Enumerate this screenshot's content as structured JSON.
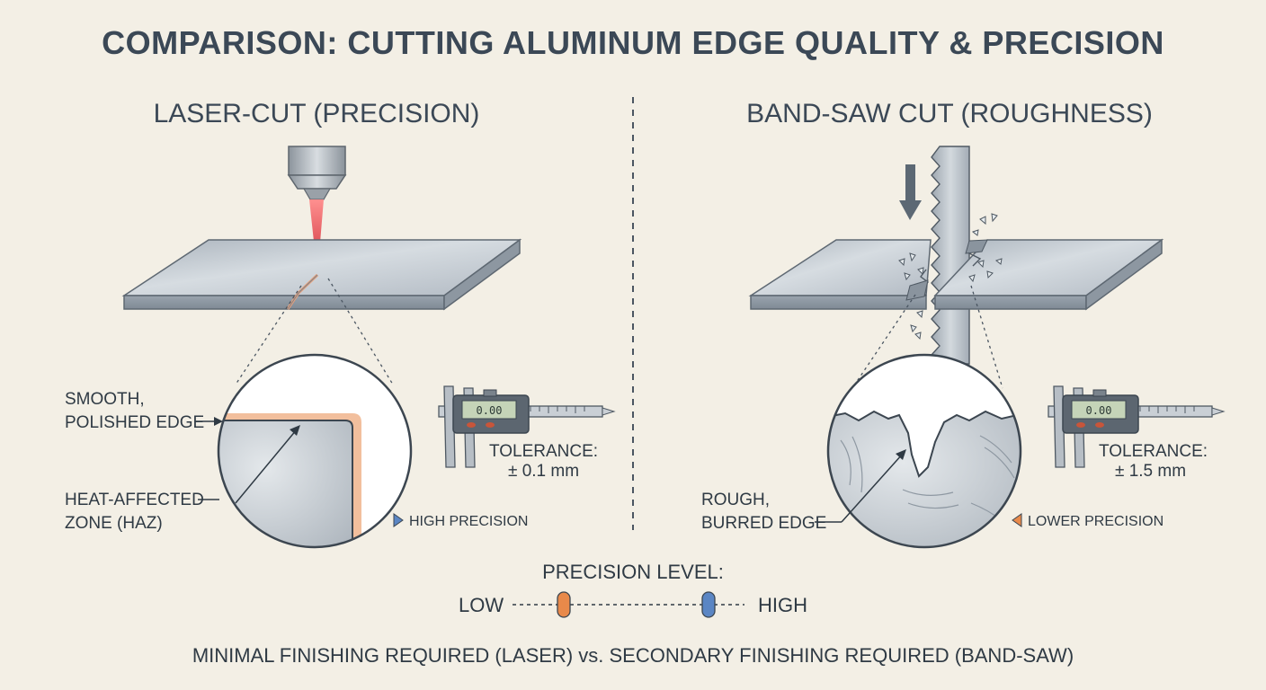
{
  "title": "COMPARISON: CUTTING ALUMINUM EDGE QUALITY & PRECISION",
  "laser": {
    "heading": "LASER-CUT (PRECISION)",
    "edge_label_line1": "SMOOTH,",
    "edge_label_line2": "POLISHED EDGE",
    "haz_label_line1": "HEAT-AFFECTED",
    "haz_label_line2": "ZONE (HAZ)",
    "caliper_reading": "0.00",
    "tolerance_label": "TOLERANCE:",
    "tolerance_value": "± 0.1 mm",
    "precision_tag": "HIGH PRECISION"
  },
  "bandsaw": {
    "heading": "BAND-SAW CUT (ROUGHNESS)",
    "edge_label_line1": "ROUGH,",
    "edge_label_line2": "BURRED EDGE",
    "caliper_reading": "0.00",
    "tolerance_label": "TOLERANCE:",
    "tolerance_value": "± 1.5 mm",
    "precision_tag": "LOWER PRECISION"
  },
  "precision_scale": {
    "title": "PRECISION LEVEL:",
    "low_label": "LOW",
    "high_label": "HIGH"
  },
  "footer": "MINIMAL FINISHING REQUIRED (LASER) vs. SECONDARY FINISHING REQUIRED (BAND-SAW)",
  "colors": {
    "background": "#f3efe5",
    "metal": "#b9c1c9",
    "laser_beam": "#d9333f",
    "haz": "#f0b48e",
    "low_marker": "#e8894a",
    "high_marker": "#5b86c4"
  }
}
